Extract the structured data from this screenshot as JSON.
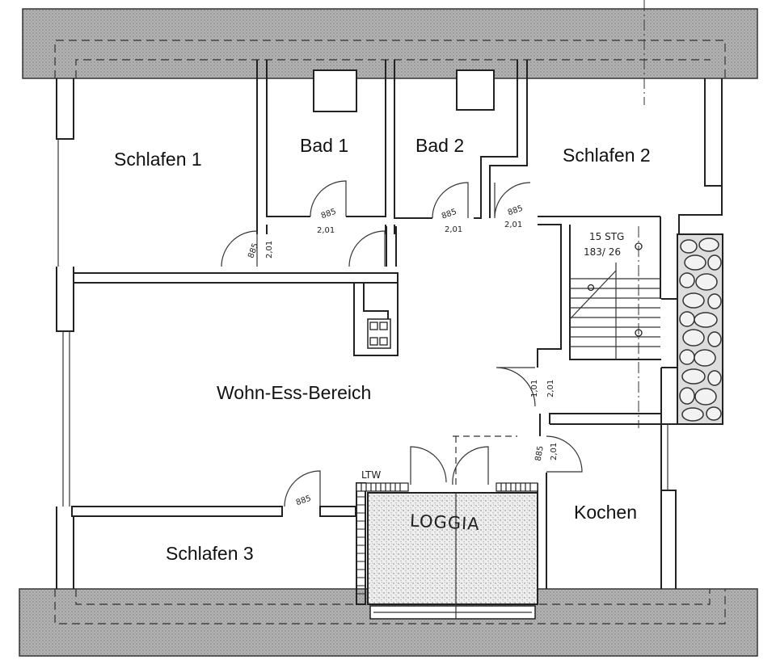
{
  "plan": {
    "rooms": {
      "schlafen1": "Schlafen 1",
      "bad1": "Bad 1",
      "bad2": "Bad 2",
      "schlafen2": "Schlafen 2",
      "wohn": "Wohn-Ess-Bereich",
      "kochen": "Kochen",
      "schlafen3": "Schlafen 3",
      "loggia": "LOGGIA"
    },
    "stairs": {
      "steps": "15 STG",
      "ratio": "183/ 26"
    },
    "ltw": "LTW",
    "door_dims": {
      "d1_w": "885",
      "d1_h": "2,01",
      "d2_w": "885",
      "d2_h": "2,01",
      "d3_w": "885",
      "d3_h": "2,01",
      "d4_w": "885",
      "d4_h": "2,01",
      "d5_w": "1,01",
      "d5_h": "2,01",
      "d6_w": "885",
      "d6_h": "2,01",
      "d7_w": "885"
    },
    "colors": {
      "roof_hatch": "#a9a9a9",
      "line": "#222222",
      "background": "#ffffff"
    }
  }
}
